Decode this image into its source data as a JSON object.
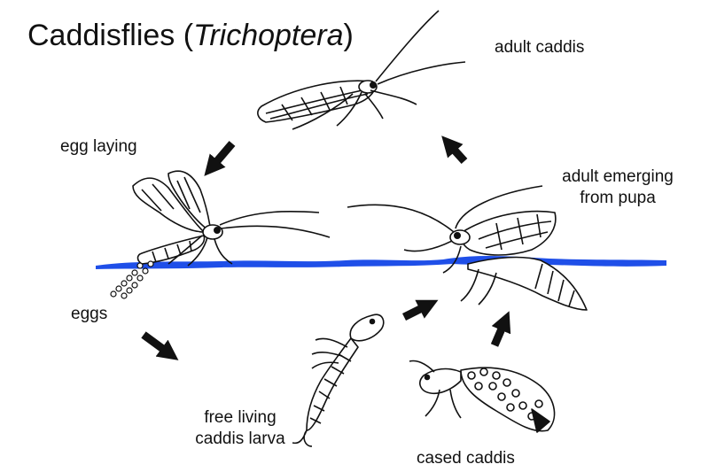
{
  "title": {
    "main": "Caddisflies (",
    "italic": "Trichoptera",
    "close": ")"
  },
  "labels": {
    "adult_caddis": "adult caddis",
    "egg_laying": "egg laying",
    "adult_emerging_line1": "adult emerging",
    "adult_emerging_line2": "from pupa",
    "eggs": "eggs",
    "free_living_line1": "free living",
    "free_living_line2": "caddis larva",
    "cased_caddis": "cased caddis"
  },
  "colors": {
    "water": "#1f4fe8",
    "ink": "#111111",
    "arrow": "#111111"
  },
  "icons": [
    "adult-caddis-icon",
    "egg-laying-caddis-icon",
    "eggs-icon",
    "emerging-adult-icon",
    "pupa-icon",
    "free-living-larva-icon",
    "cased-caddis-icon",
    "lifecycle-arrow-icon"
  ]
}
